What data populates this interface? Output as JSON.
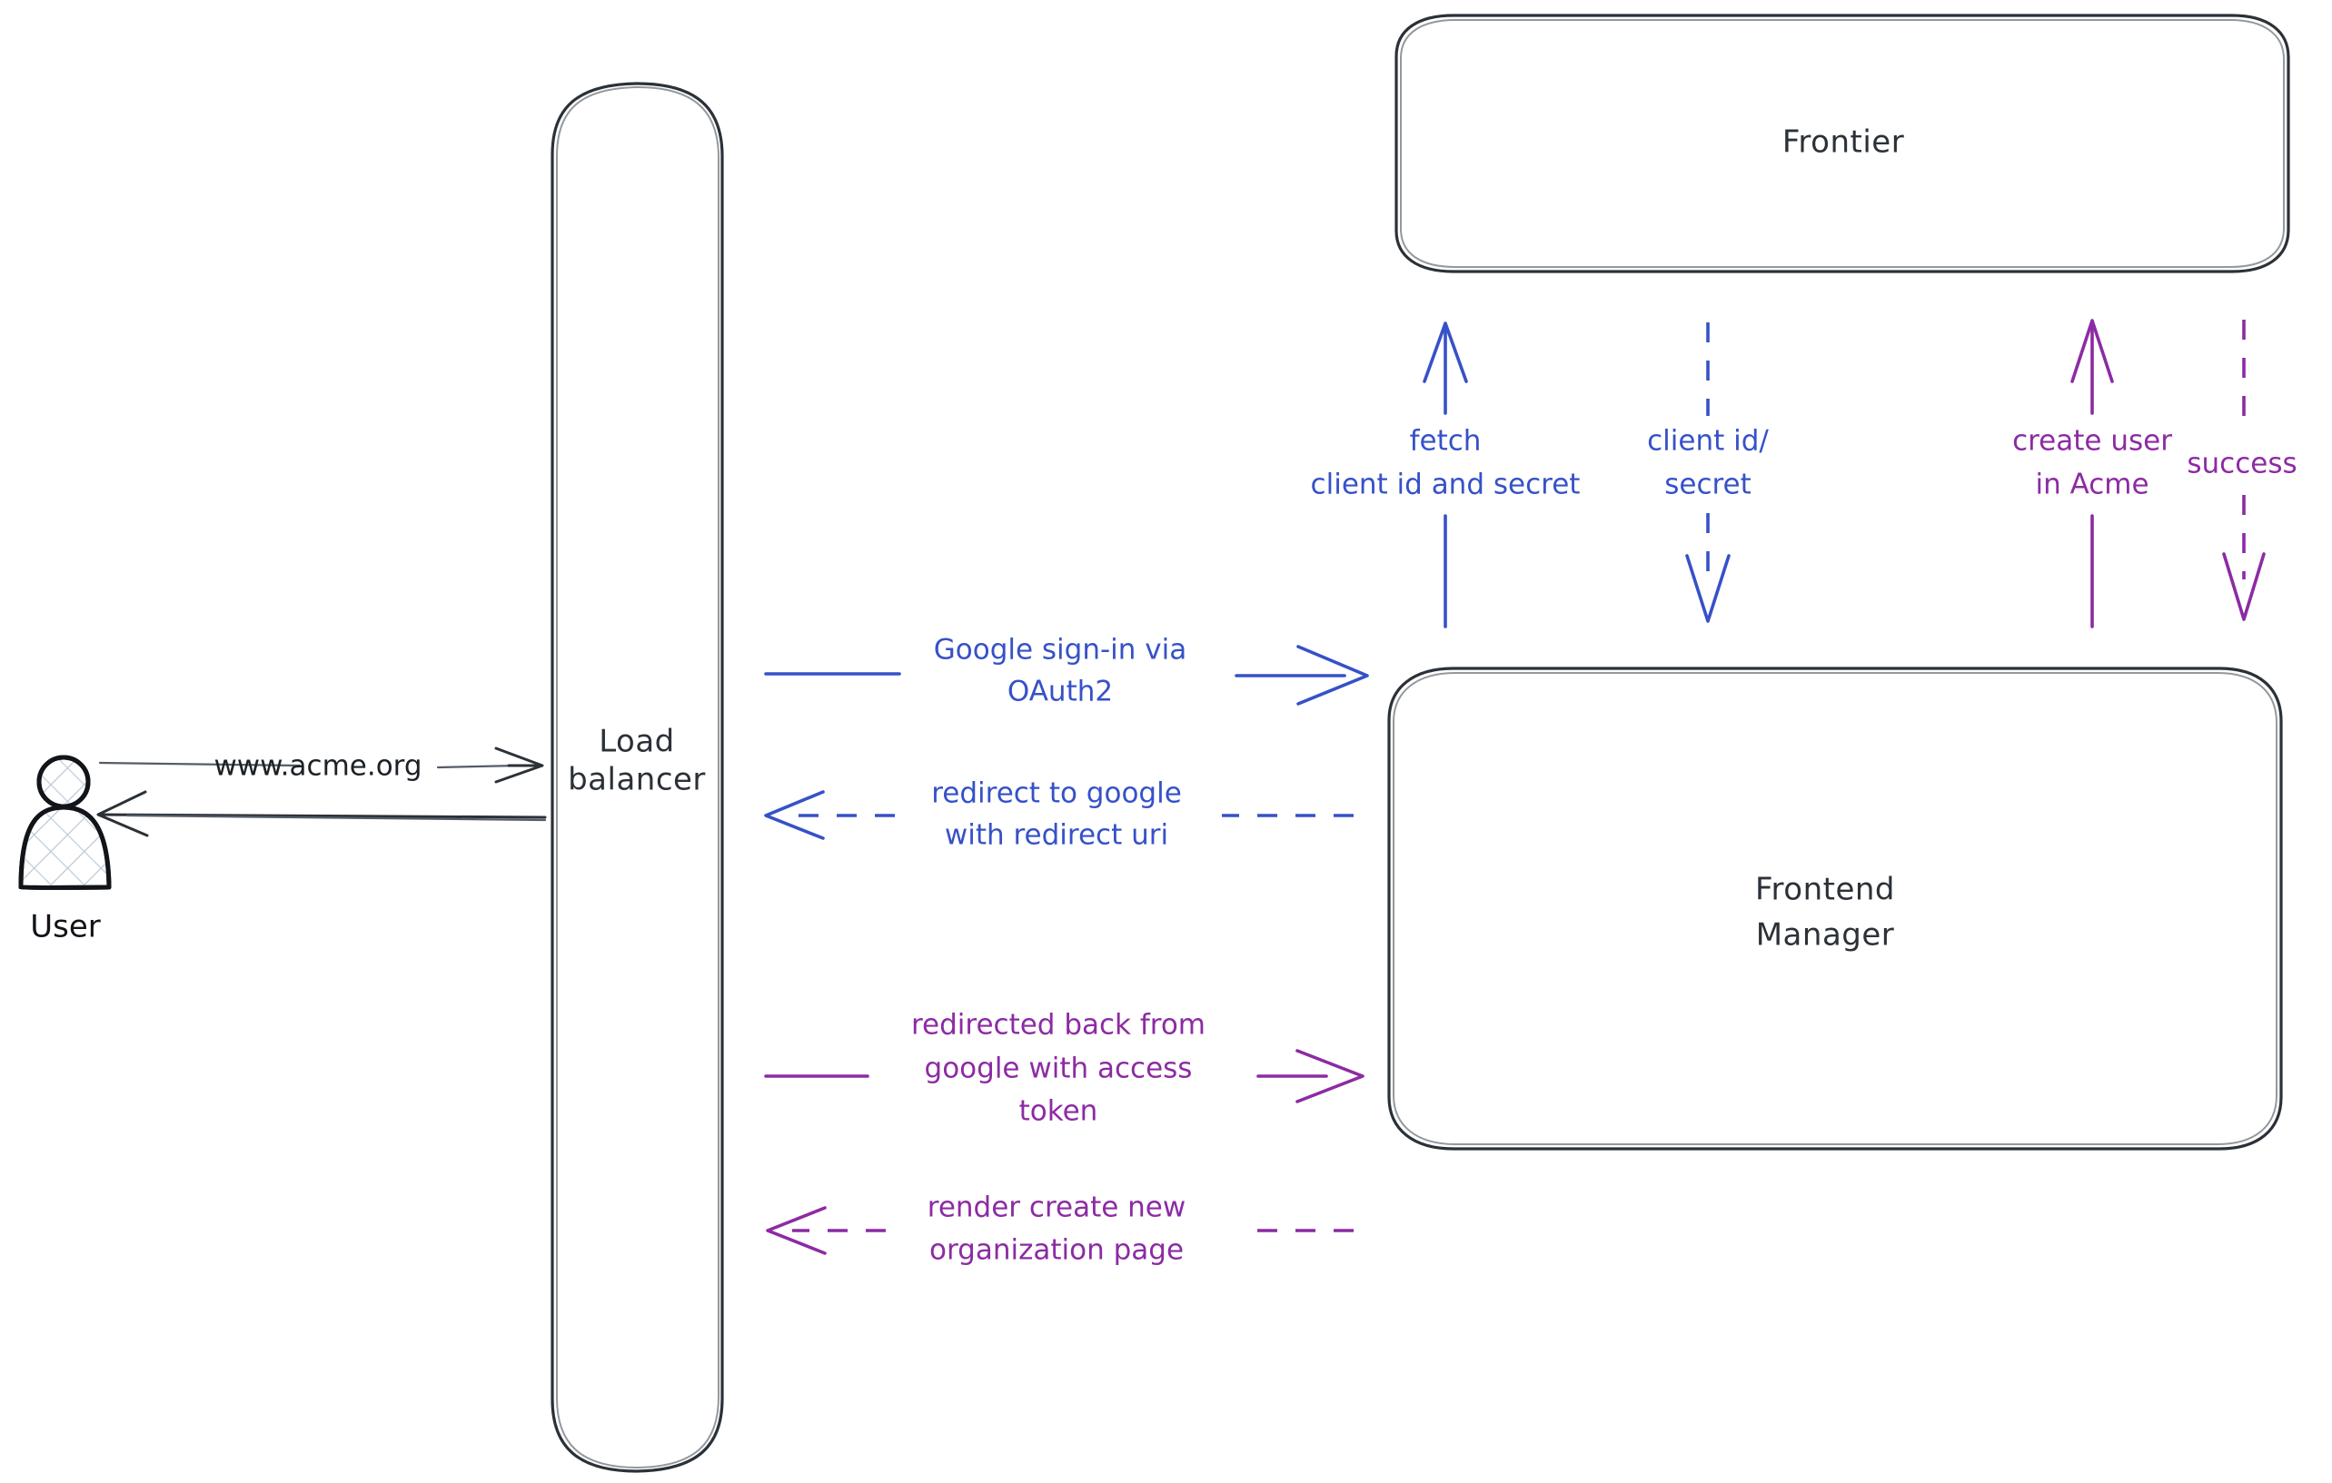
{
  "diagram": {
    "title": "Google OAuth2 sign-in sequence",
    "background": "#ffffff",
    "colors": {
      "dark": "#2b3138",
      "blue": "#3651c8",
      "purple": "#8c2ba3",
      "actor_outline": "#111418",
      "hatch": "#b9c6d6"
    }
  },
  "actors": {
    "user": {
      "label": "User",
      "icon": "person-icon"
    }
  },
  "nodes": [
    {
      "id": "load_balancer",
      "label_line1": "Load",
      "label_line2": "balancer",
      "shape": "rounded-rect"
    },
    {
      "id": "frontier",
      "label_line1": "Frontier",
      "label_line2": "",
      "shape": "rounded-rect"
    },
    {
      "id": "frontend_manager",
      "label_line1": "Frontend",
      "label_line2": "Manager",
      "shape": "rounded-rect"
    }
  ],
  "edges": [
    {
      "id": "user-to-lb",
      "from": "user",
      "to": "load_balancer",
      "color": "dark",
      "style": "solid",
      "direction": "right",
      "lines": [
        "www.acme.org"
      ]
    },
    {
      "id": "lb-to-user",
      "from": "load_balancer",
      "to": "user",
      "color": "dark",
      "style": "solid",
      "direction": "left",
      "lines": []
    },
    {
      "id": "lb-to-fm-signin",
      "from": "load_balancer",
      "to": "frontend_manager",
      "color": "blue",
      "style": "solid",
      "direction": "right",
      "lines": [
        "Google sign-in via",
        "OAuth2"
      ]
    },
    {
      "id": "fm-to-lb-redirect",
      "from": "frontend_manager",
      "to": "load_balancer",
      "color": "blue",
      "style": "dashed",
      "direction": "left",
      "lines": [
        "redirect to google",
        "with redirect uri"
      ]
    },
    {
      "id": "lb-to-fm-token",
      "from": "load_balancer",
      "to": "frontend_manager",
      "color": "purple",
      "style": "solid",
      "direction": "right",
      "lines": [
        "redirected back from",
        "google with access",
        "token"
      ]
    },
    {
      "id": "fm-to-lb-render",
      "from": "frontend_manager",
      "to": "load_balancer",
      "color": "purple",
      "style": "dashed",
      "direction": "left",
      "lines": [
        "render create new",
        "organization page"
      ]
    },
    {
      "id": "fm-to-frontier-fetch",
      "from": "frontend_manager",
      "to": "frontier",
      "color": "blue",
      "style": "solid",
      "direction": "up",
      "lines": [
        "fetch",
        "client id and secret"
      ]
    },
    {
      "id": "frontier-to-fm-creds",
      "from": "frontier",
      "to": "frontend_manager",
      "color": "blue",
      "style": "dashed",
      "direction": "down",
      "lines": [
        "client id/",
        "secret"
      ]
    },
    {
      "id": "fm-to-frontier-create-user",
      "from": "frontend_manager",
      "to": "frontier",
      "color": "purple",
      "style": "solid",
      "direction": "up",
      "lines": [
        "create user",
        "in Acme"
      ]
    },
    {
      "id": "frontier-to-fm-success",
      "from": "frontier",
      "to": "frontend_manager",
      "color": "purple",
      "style": "dashed",
      "direction": "down",
      "lines": [
        "success"
      ]
    }
  ]
}
